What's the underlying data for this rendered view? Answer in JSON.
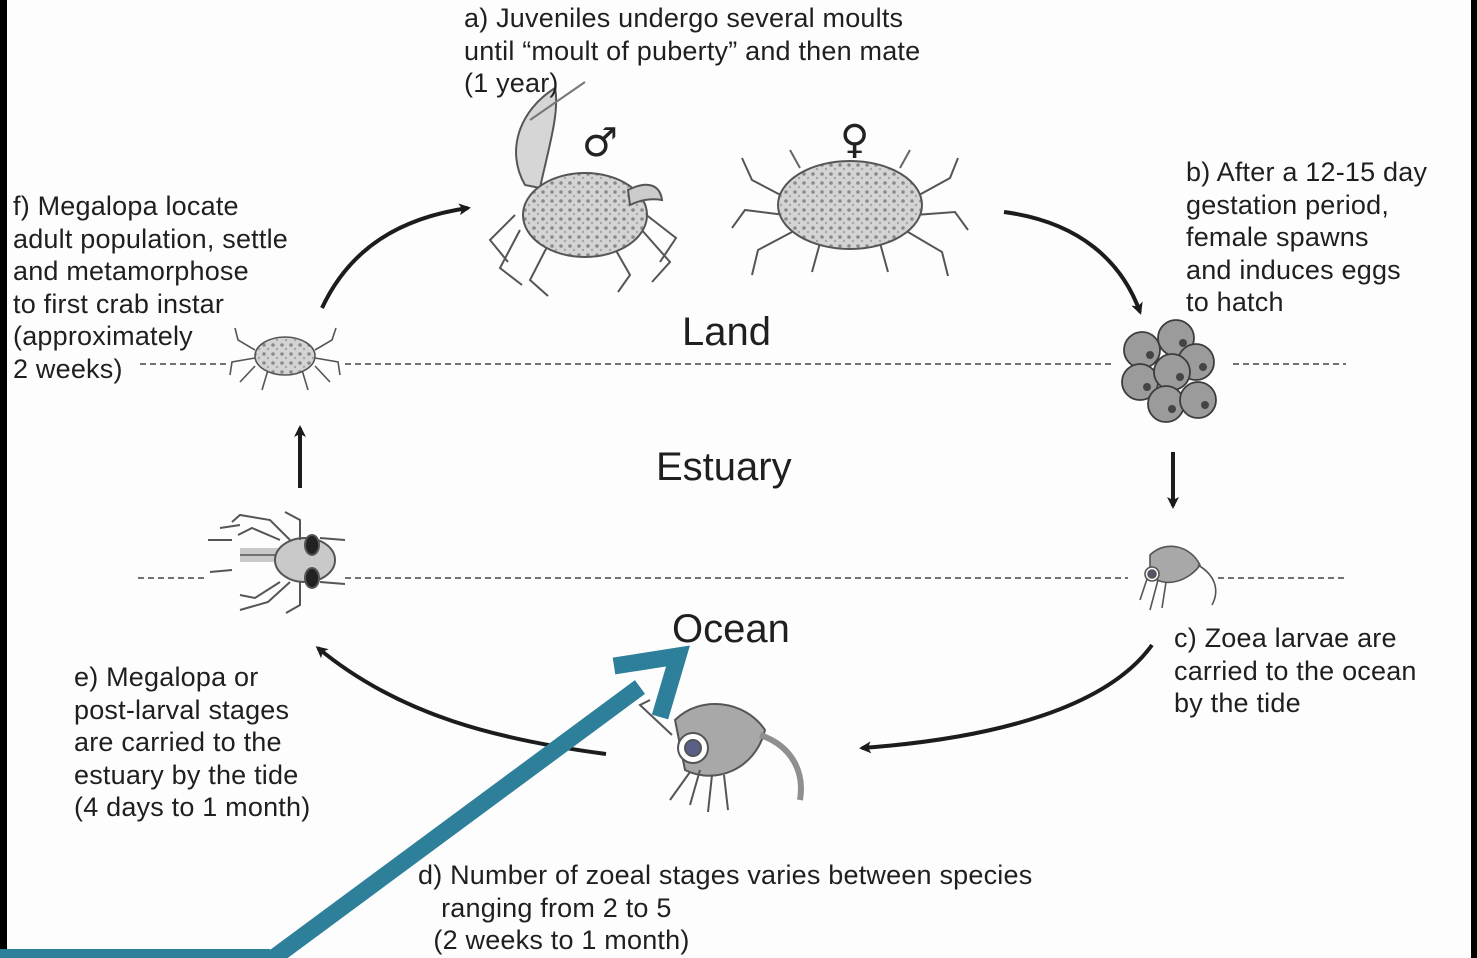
{
  "zones": {
    "land": "Land",
    "estuary": "Estuary",
    "ocean": "Ocean"
  },
  "sex_symbols": {
    "male": "♂",
    "female": "♀"
  },
  "stages": {
    "a": "a) Juveniles undergo several moults\nuntil “moult of puberty” and then mate\n(1 year)",
    "b": "b) After a 12-15 day\ngestation period,\nfemale spawns\nand induces eggs\nto hatch",
    "c": "c) Zoea larvae are\ncarried to the ocean\nby the tide",
    "d": "d) Number of zoeal stages varies between species\n   ranging from 2 to 5\n  (2 weeks to 1 month)",
    "e": "e) Megalopa or\npost-larval stages\nare carried to the\nestuary by the tide\n(4 days to 1 month)",
    "f": "f) Megalopa locate\nadult population, settle\nand metamorphose\nto first crab instar\n(approximately\n2 weeks)"
  },
  "colors": {
    "frame": "#000000",
    "panel": "#fdfdfd",
    "ink": "#1f1f1f",
    "callout_arrow": "#2e7f99",
    "crab_fill": "#d9d9d9",
    "larva_fill": "#9e9e9e"
  }
}
